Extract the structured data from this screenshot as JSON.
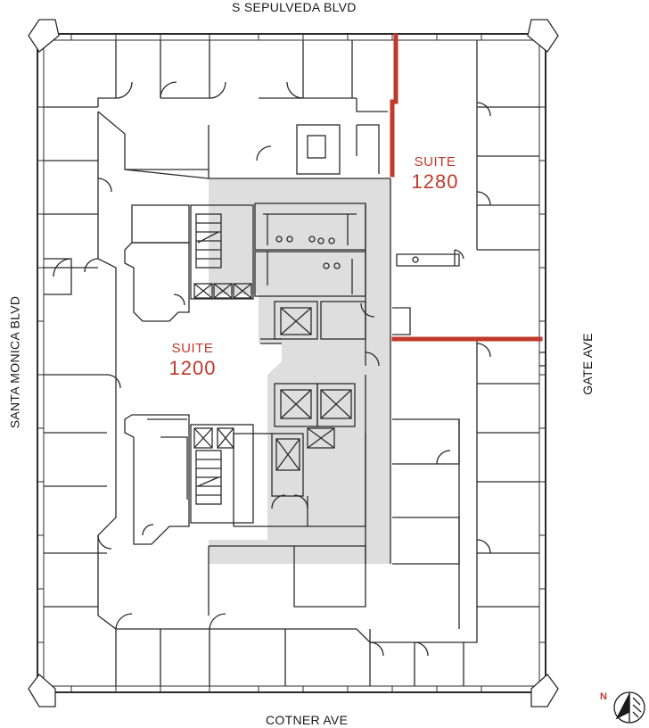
{
  "streets": {
    "north": "S SEPULVEDA BLVD",
    "south": "COTNER AVE",
    "west": "SANTA MONICA BLVD",
    "east": "GATE AVE"
  },
  "suites": [
    {
      "label": "SUITE",
      "number": "1200"
    },
    {
      "label": "SUITE",
      "number": "1280"
    }
  ],
  "compass": {
    "letter": "N"
  },
  "colors": {
    "wall": "#2b2b2b",
    "core_fill": "#dedede",
    "suite_boundary": "#c0392b",
    "suite_text": "#c0392b"
  }
}
